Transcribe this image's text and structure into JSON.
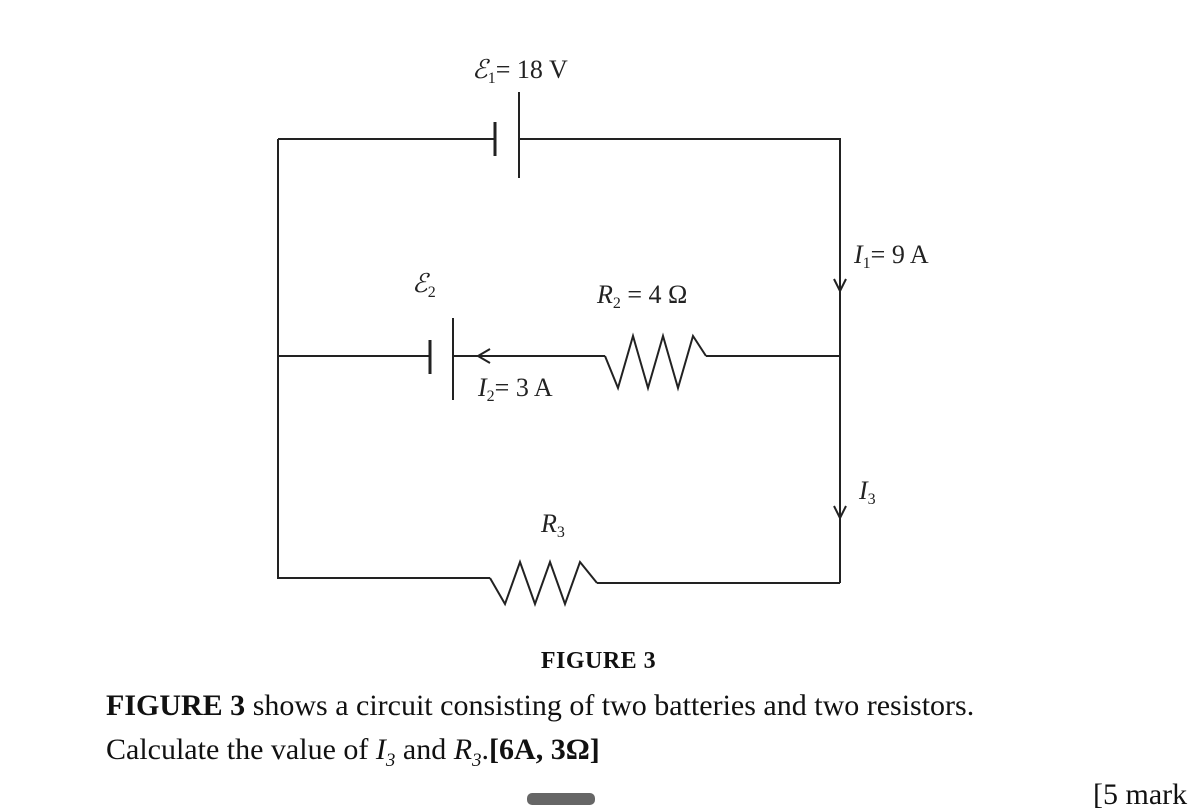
{
  "diagram": {
    "emf1": {
      "symbol": "ℰ",
      "sub": "1",
      "value": "= 18 V"
    },
    "emf2": {
      "symbol": "ℰ",
      "sub": "2"
    },
    "r2": {
      "symbol": "R",
      "sub": "2",
      "value": " = 4 Ω"
    },
    "r3": {
      "symbol": "R",
      "sub": "3"
    },
    "i1": {
      "symbol": "I",
      "sub": "1",
      "value": "= 9 A"
    },
    "i2": {
      "symbol": "I",
      "sub": "2",
      "value": "= 3 A"
    },
    "i3": {
      "symbol": "I",
      "sub": "3"
    }
  },
  "caption": "FIGURE 3",
  "question": {
    "line1_bold": "FIGURE 3",
    "line1_rest": " shows a circuit consisting of two batteries and two resistors.",
    "line2_pre": "Calculate the value of ",
    "i3_sym": "I",
    "i3_sub": "3",
    "and": " and ",
    "r3_sym": "R",
    "r3_sub": "3",
    "dot": ".",
    "answer": "[6A, 3Ω]"
  },
  "marks": "[5 mark"
}
